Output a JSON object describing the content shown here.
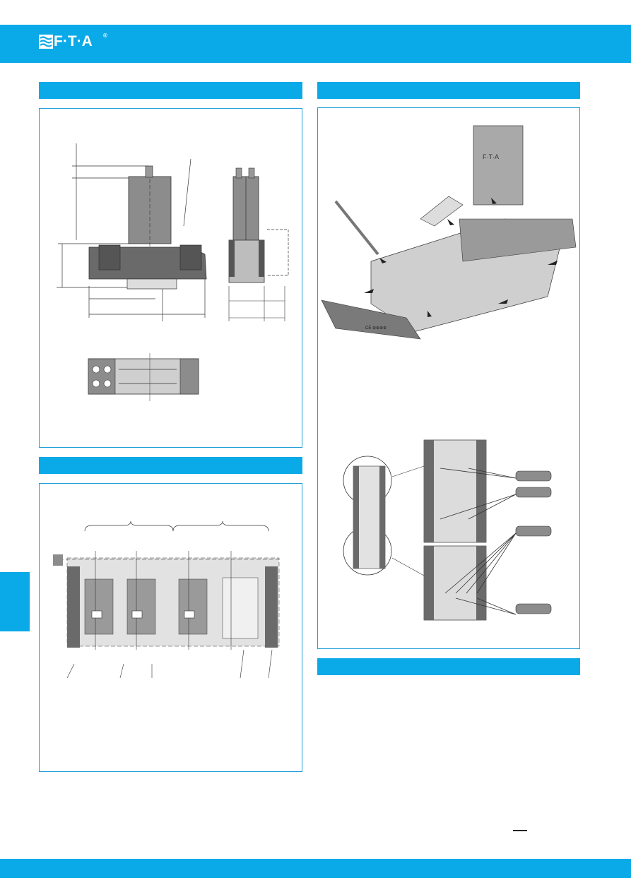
{
  "brand": {
    "logo_text": "F·T·A",
    "logo_reg": "®",
    "logo_icon": "fta-wave-icon"
  },
  "colors": {
    "accent": "#0aa9e8",
    "panel_border": "#1e9fd8",
    "drawing_dark": "#5a5a5a",
    "drawing_mid": "#8c8c8c",
    "drawing_light": "#cfcfcf"
  },
  "sections": [
    {
      "id": "dimensions",
      "title": ""
    },
    {
      "id": "circuit",
      "title": ""
    },
    {
      "id": "assembly",
      "title": ""
    },
    {
      "id": "bottom-right",
      "title": ""
    }
  ],
  "markings": {
    "ce": "CE ⊕⊕⊕⊕"
  }
}
